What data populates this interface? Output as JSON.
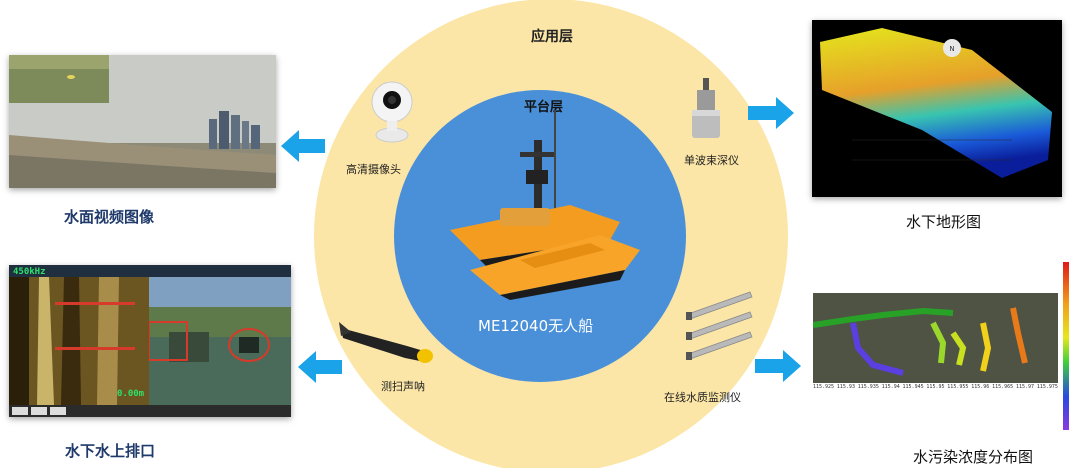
{
  "outer_ring": {
    "label": "应用层",
    "color": "#fbe6a7"
  },
  "inner_circle": {
    "label": "平台层",
    "color": "#4a90d9"
  },
  "boat": {
    "label": "ME12040无人船",
    "hull_color": "#f39c1f"
  },
  "sensors": {
    "camera": {
      "label": "高清摄像头",
      "icon": "camera-icon"
    },
    "echosounder": {
      "label": "单波束深仪",
      "icon": "echosounder-icon"
    },
    "sonar": {
      "label": "测扫声呐",
      "icon": "sidescan-sonar-icon"
    },
    "water_quality": {
      "label": "在线水质监测仪",
      "icon": "water-quality-probe-icon"
    }
  },
  "outputs": {
    "video": {
      "caption": "水面视频图像"
    },
    "terrain": {
      "caption": "水下地形图"
    },
    "outfall": {
      "caption": "水下水上排口",
      "freq": "450kHz",
      "depth": "0.00m",
      "buttons": [
        "",
        "",
        ""
      ]
    },
    "pollution": {
      "caption": "水污染浓度分布图",
      "x_ticks": [
        "115.925",
        "115.93",
        "115.935",
        "115.94",
        "115.945",
        "115.95",
        "115.955",
        "115.96",
        "115.965",
        "115.97",
        "115.975"
      ]
    }
  },
  "arrow_color": "#1aa3e8"
}
